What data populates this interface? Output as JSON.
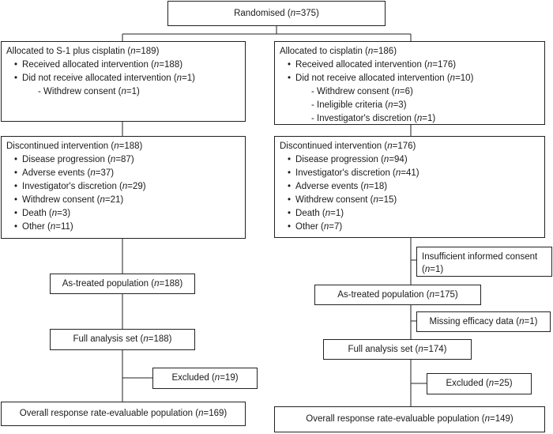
{
  "randomised": "Randomised (n=375)",
  "left_arm": {
    "allocated": "Allocated to S-1 plus cisplatin (n=189)",
    "received": "Received allocated intervention (n=188)",
    "not_received": "Did not receive allocated intervention (n=1)",
    "reasons": [
      "Withdrew consent (n=1)"
    ],
    "discontinued": "Discontinued intervention (n=188)",
    "discontinued_reasons": [
      "Disease progression (n=87)",
      "Adverse events (n=37)",
      "Investigator's discretion (n=29)",
      "Withdrew consent (n=21)",
      "Death (n=3)",
      "Other (n=11)"
    ],
    "as_treated": "As-treated population (n=188)",
    "full_analysis": "Full analysis set (n=188)",
    "excluded": "Excluded (n=19)",
    "response": "Overall response rate-evaluable population (n=169)"
  },
  "right_arm": {
    "allocated": "Allocated to cisplatin (n=186)",
    "received": "Received allocated intervention (n=176)",
    "not_received": "Did not receive allocated intervention (n=10)",
    "reasons": [
      "Withdrew consent (n=6)",
      "Ineligible criteria (n=3)",
      "Investigator's discretion (n=1)"
    ],
    "discontinued": "Discontinued intervention (n=176)",
    "discontinued_reasons": [
      "Disease progression (n=94)",
      "Investigator's discretion (n=41)",
      "Adverse events (n=18)",
      "Withdrew consent (n=15)",
      "Death (n=1)",
      "Other (n=7)"
    ],
    "insufficient_consent": "Insufficient informed consent (n=1)",
    "as_treated": "As-treated population (n=175)",
    "missing_efficacy": "Missing efficacy data (n=1)",
    "full_analysis": "Full analysis set (n=174)",
    "excluded": "Excluded (n=25)",
    "response": "Overall response rate-evaluable population (n=149)"
  }
}
